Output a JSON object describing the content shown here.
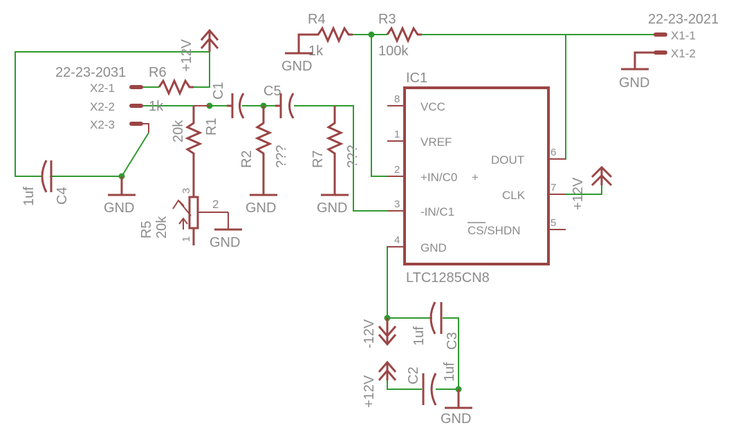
{
  "colors": {
    "part": "#9b4545",
    "wire": "#2f9a2f",
    "label": "#8c8c8c",
    "background": "#ffffff"
  },
  "connectors": {
    "x1_name": "22-23-2021",
    "x1_pins": [
      "X1-1",
      "X1-2"
    ],
    "x2_name": "22-23-2031",
    "x2_pins": [
      "X2-1",
      "X2-2",
      "X2-3"
    ]
  },
  "resistors": {
    "r1": {
      "name": "R1",
      "value": "20k"
    },
    "r2": {
      "name": "R2",
      "value": "???"
    },
    "r3": {
      "name": "R3",
      "value": "100k"
    },
    "r4": {
      "name": "R4",
      "value": "1k"
    },
    "r5": {
      "name": "R5",
      "value": "20k"
    },
    "r6": {
      "name": "R6",
      "value": "1k"
    },
    "r7": {
      "name": "R7",
      "value": "???"
    }
  },
  "capacitors": {
    "c1": {
      "name": "C1"
    },
    "c2": {
      "name": "C2",
      "value": "1uf"
    },
    "c3": {
      "name": "C3",
      "value": "1uf"
    },
    "c4": {
      "name": "C4",
      "value": "1uf"
    },
    "c5": {
      "name": "C5"
    }
  },
  "pot_pins": [
    "3",
    "2",
    "1"
  ],
  "ic": {
    "name": "IC1",
    "part": "LTC1285CN8",
    "pins": [
      {
        "num": "8",
        "name": "VCC"
      },
      {
        "num": "1",
        "name": "VREF"
      },
      {
        "num": "2",
        "name": "+IN/C0"
      },
      {
        "num": "3",
        "name": "-IN/C1"
      },
      {
        "num": "4",
        "name": "GND"
      },
      {
        "num": "6",
        "name": "DOUT"
      },
      {
        "num": "7",
        "name": "CLK"
      },
      {
        "num": "5",
        "name": "/SHDN"
      }
    ],
    "cs_bar": "CS",
    "plus_mark": "+"
  },
  "power": {
    "gnd": "GND",
    "pos12": "+12V",
    "neg12": "-12V"
  }
}
